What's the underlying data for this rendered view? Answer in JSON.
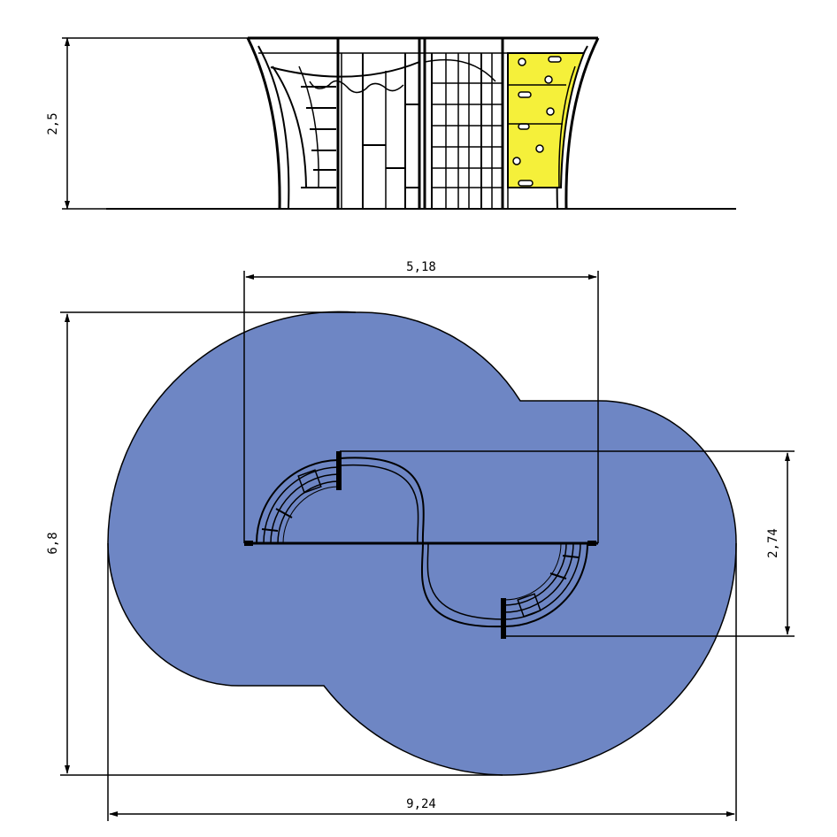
{
  "dimensions": {
    "elevation_height": "2,5",
    "top_width": "5,18",
    "plan_height": "6,8",
    "inner_offset": "2,74",
    "total_width": "9,24"
  },
  "colors": {
    "surface_fill": "#6e86c4",
    "climbing_panel": "#f5f03a",
    "line": "#000000",
    "background": "#ffffff"
  }
}
